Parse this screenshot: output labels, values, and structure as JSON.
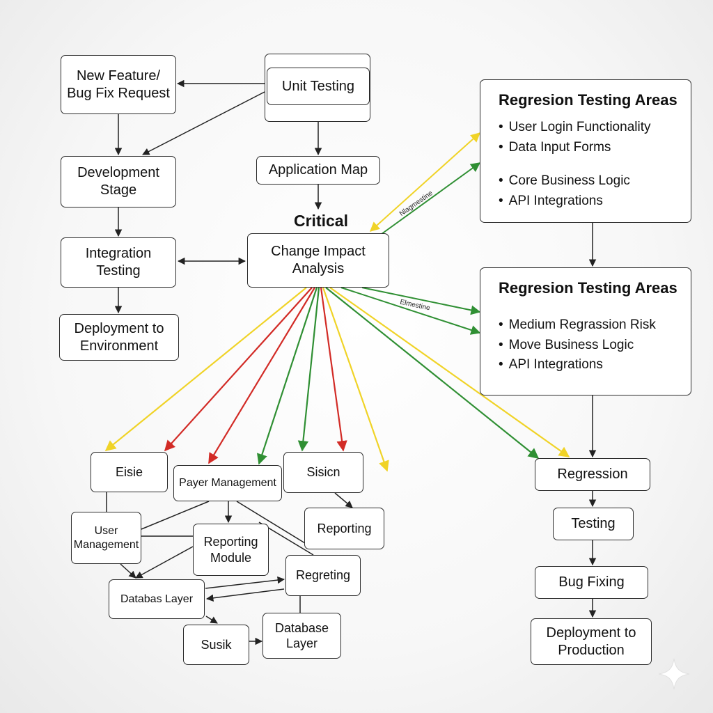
{
  "nodes": {
    "new_feature": "New Feature/\nBug Fix Request",
    "unit_testing": "Unit Testing",
    "development_stage": "Development\nStage",
    "application_map": "Application Map",
    "integration_testing": "Integration\nTesting",
    "change_impact": "Change Impact\nAnalysis",
    "deployment_env": "Deployment to\nEnvironment",
    "eisie": "Eisie",
    "payer_management": "Payer Management",
    "sisicn": "Sisicn",
    "user_management": "User\nManagement",
    "reporting_module": "Reporting\nModule",
    "reporting": "Reporting",
    "regreting": "Regreting",
    "databas_layer": "Databas Layer",
    "susik": "Susik",
    "database_layer": "Database\nLayer",
    "regression": "Regression",
    "testing": "Testing",
    "bug_fixing": "Bug Fixing",
    "deployment_prod": "Deployment to\nProduction"
  },
  "critical_label": "Critical",
  "edge_labels": {
    "upper": "Nlagmestine",
    "lower": "Elmestine"
  },
  "panels": {
    "top": {
      "title": "Regresion Testing Areas",
      "items": [
        "User Login Functionality",
        "Data Input Forms",
        "Core Business Logic",
        "API Integrations"
      ]
    },
    "middle": {
      "title": "Regresion Testing Areas",
      "items": [
        "Medium Regrassion Risk",
        "Move Business Logic",
        "API Integrations"
      ]
    }
  },
  "colors": {
    "yellow": "#f0d327",
    "red": "#d22b26",
    "green": "#2f8f33",
    "dark": "#222222"
  }
}
